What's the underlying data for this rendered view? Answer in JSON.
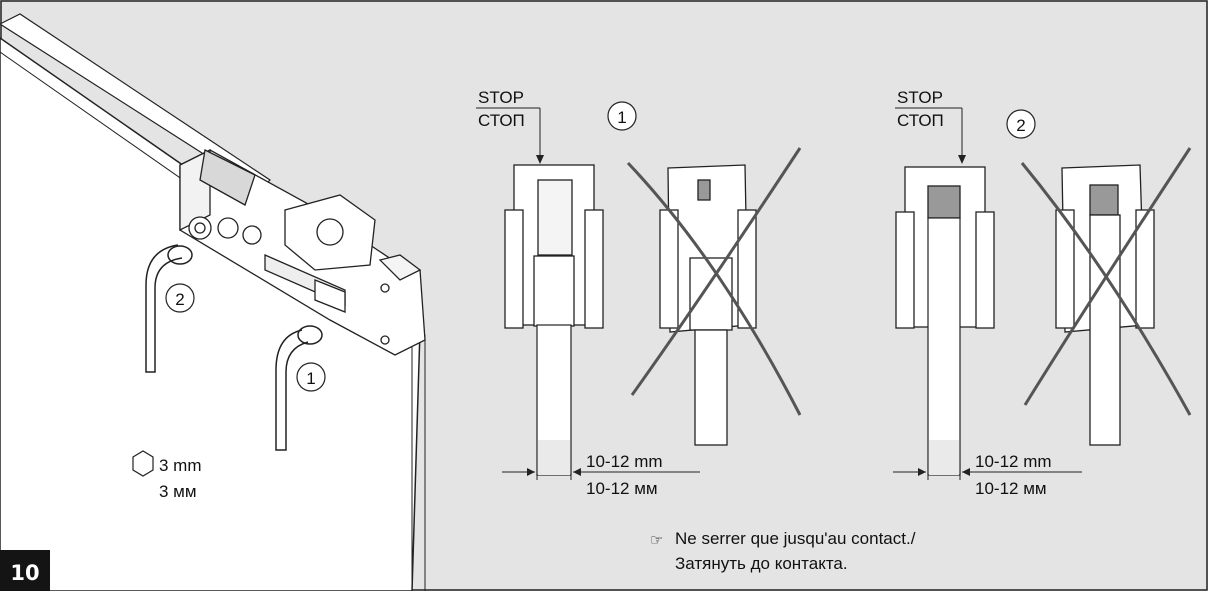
{
  "figure_number": "10",
  "left": {
    "hex_key_size_fr": "3 mm",
    "hex_key_size_ru": "3 мм",
    "callout_1": "1",
    "callout_2": "2",
    "hex_icon": "hexagon-icon"
  },
  "detail_1": {
    "stop_fr": "STOP",
    "stop_ru": "СТОП",
    "callout": "1",
    "gap_fr": "10-12 mm",
    "gap_ru": "10-12 мм",
    "wrong_mark": "cross-icon"
  },
  "detail_2": {
    "stop_fr": "STOP",
    "stop_ru": "СТОП",
    "callout": "2",
    "gap_fr": "10-12 mm",
    "gap_ru": "10-12 мм",
    "wrong_mark": "cross-icon"
  },
  "note": {
    "icon": "pointing-hand-icon",
    "line1": "Ne serrer que jusqu'au contact./",
    "line2": "Затянуть до контакта."
  },
  "colors": {
    "background": "#e4e4e4",
    "panel": "#ffffff",
    "line": "#1a1a1a",
    "cross": "#555555",
    "badge": "#141414"
  }
}
